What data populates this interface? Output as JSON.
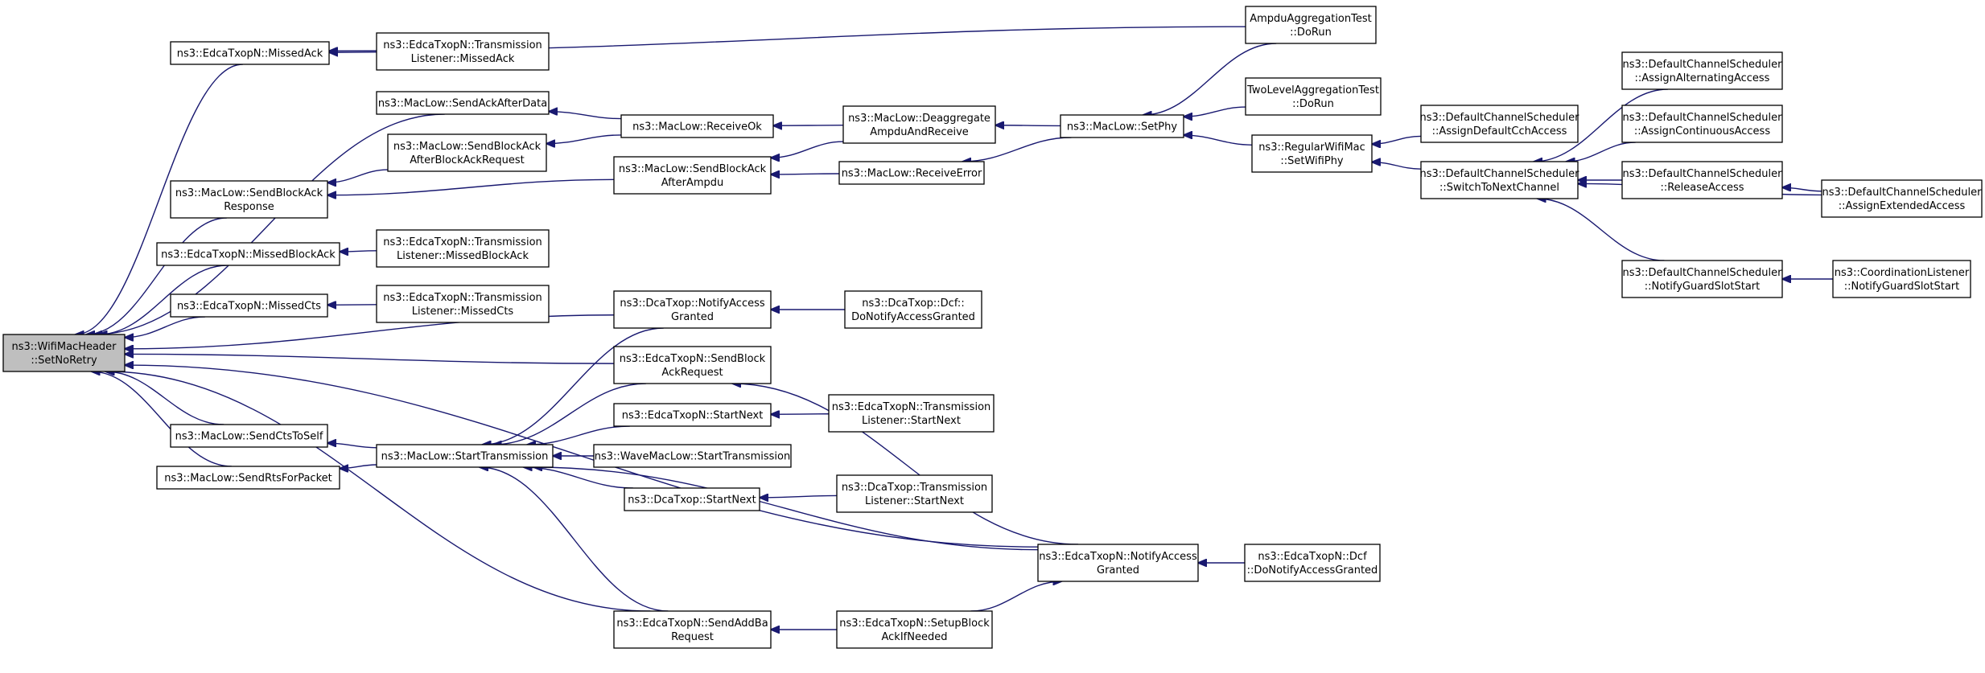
{
  "graph": {
    "nodes": [
      {
        "id": "n0",
        "lines": [
          "ns3::WifiMacHeader",
          "::SetNoRetry"
        ],
        "root": true
      },
      {
        "id": "n1",
        "lines": [
          "ns3::EdcaTxopN::MissedAck"
        ]
      },
      {
        "id": "n2",
        "lines": [
          "ns3::EdcaTxopN::Transmission",
          "Listener::MissedAck"
        ]
      },
      {
        "id": "n3",
        "lines": [
          "AmpduAggregationTest",
          "::DoRun"
        ]
      },
      {
        "id": "n4",
        "lines": [
          "ns3::MacLow::SendAckAfterData"
        ]
      },
      {
        "id": "n5",
        "lines": [
          "ns3::MacLow::ReceiveOk"
        ]
      },
      {
        "id": "n6",
        "lines": [
          "ns3::MacLow::Deaggregate",
          "AmpduAndReceive"
        ]
      },
      {
        "id": "n7",
        "lines": [
          "ns3::MacLow::SetPhy"
        ]
      },
      {
        "id": "n8",
        "lines": [
          "TwoLevelAggregationTest",
          "::DoRun"
        ]
      },
      {
        "id": "n9",
        "lines": [
          "ns3::RegularWifiMac",
          "::SetWifiPhy"
        ]
      },
      {
        "id": "n10",
        "lines": [
          "ns3::DefaultChannelScheduler",
          "::AssignDefaultCchAccess"
        ]
      },
      {
        "id": "n11",
        "lines": [
          "ns3::DefaultChannelScheduler",
          "::SwitchToNextChannel"
        ]
      },
      {
        "id": "n12",
        "lines": [
          "ns3::DefaultChannelScheduler",
          "::AssignAlternatingAccess"
        ]
      },
      {
        "id": "n13",
        "lines": [
          "ns3::DefaultChannelScheduler",
          "::AssignContinuousAccess"
        ]
      },
      {
        "id": "n14",
        "lines": [
          "ns3::DefaultChannelScheduler",
          "::ReleaseAccess"
        ]
      },
      {
        "id": "n15",
        "lines": [
          "ns3::DefaultChannelScheduler",
          "::AssignExtendedAccess"
        ]
      },
      {
        "id": "n16",
        "lines": [
          "ns3::DefaultChannelScheduler",
          "::NotifyGuardSlotStart"
        ]
      },
      {
        "id": "n17",
        "lines": [
          "ns3::CoordinationListener",
          "::NotifyGuardSlotStart"
        ]
      },
      {
        "id": "n18",
        "lines": [
          "ns3::MacLow::SendBlockAck",
          "AfterBlockAckRequest"
        ]
      },
      {
        "id": "n19",
        "lines": [
          "ns3::MacLow::SendBlockAck",
          "Response"
        ]
      },
      {
        "id": "n20",
        "lines": [
          "ns3::MacLow::SendBlockAck",
          "AfterAmpdu"
        ]
      },
      {
        "id": "n21",
        "lines": [
          "ns3::MacLow::ReceiveError"
        ]
      },
      {
        "id": "n22",
        "lines": [
          "ns3::EdcaTxopN::MissedBlockAck"
        ]
      },
      {
        "id": "n23",
        "lines": [
          "ns3::EdcaTxopN::Transmission",
          "Listener::MissedBlockAck"
        ]
      },
      {
        "id": "n24",
        "lines": [
          "ns3::EdcaTxopN::MissedCts"
        ]
      },
      {
        "id": "n25",
        "lines": [
          "ns3::EdcaTxopN::Transmission",
          "Listener::MissedCts"
        ]
      },
      {
        "id": "n26",
        "lines": [
          "ns3::DcaTxop::NotifyAccess",
          "Granted"
        ]
      },
      {
        "id": "n27",
        "lines": [
          "ns3::DcaTxop::Dcf::",
          "DoNotifyAccessGranted"
        ]
      },
      {
        "id": "n28",
        "lines": [
          "ns3::EdcaTxopN::SendBlock",
          "AckRequest"
        ]
      },
      {
        "id": "n29",
        "lines": [
          "ns3::EdcaTxopN::StartNext"
        ]
      },
      {
        "id": "n30",
        "lines": [
          "ns3::EdcaTxopN::Transmission",
          "Listener::StartNext"
        ]
      },
      {
        "id": "n31",
        "lines": [
          "ns3::MacLow::SendCtsToSelf"
        ]
      },
      {
        "id": "n32",
        "lines": [
          "ns3::MacLow::StartTransmission"
        ]
      },
      {
        "id": "n33",
        "lines": [
          "ns3::WaveMacLow::StartTransmission"
        ]
      },
      {
        "id": "n34",
        "lines": [
          "ns3::MacLow::SendRtsForPacket"
        ]
      },
      {
        "id": "n35",
        "lines": [
          "ns3::DcaTxop::StartNext"
        ]
      },
      {
        "id": "n36",
        "lines": [
          "ns3::DcaTxop::Transmission",
          "Listener::StartNext"
        ]
      },
      {
        "id": "n37",
        "lines": [
          "ns3::EdcaTxopN::NotifyAccess",
          "Granted"
        ]
      },
      {
        "id": "n38",
        "lines": [
          "ns3::EdcaTxopN::Dcf",
          "::DoNotifyAccessGranted"
        ]
      },
      {
        "id": "n39",
        "lines": [
          "ns3::EdcaTxopN::SendAddBa",
          "Request"
        ]
      },
      {
        "id": "n40",
        "lines": [
          "ns3::EdcaTxopN::SetupBlock",
          "AckIfNeeded"
        ]
      }
    ],
    "edges": [
      {
        "from": "n1",
        "to": "n0"
      },
      {
        "from": "n2",
        "to": "n1"
      },
      {
        "from": "n3",
        "to": "n1"
      },
      {
        "from": "n4",
        "to": "n0"
      },
      {
        "from": "n5",
        "to": "n4"
      },
      {
        "from": "n6",
        "to": "n5"
      },
      {
        "from": "n7",
        "to": "n6"
      },
      {
        "from": "n3",
        "to": "n7"
      },
      {
        "from": "n8",
        "to": "n7"
      },
      {
        "from": "n9",
        "to": "n7"
      },
      {
        "from": "n10",
        "to": "n9"
      },
      {
        "from": "n11",
        "to": "n9"
      },
      {
        "from": "n12",
        "to": "n11"
      },
      {
        "from": "n13",
        "to": "n11"
      },
      {
        "from": "n14",
        "to": "n11"
      },
      {
        "from": "n15",
        "to": "n11"
      },
      {
        "from": "n16",
        "to": "n11"
      },
      {
        "from": "n15",
        "to": "n14"
      },
      {
        "from": "n17",
        "to": "n16"
      },
      {
        "from": "n18",
        "to": "n19"
      },
      {
        "from": "n5",
        "to": "n18"
      },
      {
        "from": "n19",
        "to": "n0"
      },
      {
        "from": "n20",
        "to": "n19"
      },
      {
        "from": "n6",
        "to": "n20"
      },
      {
        "from": "n21",
        "to": "n20"
      },
      {
        "from": "n7",
        "to": "n21"
      },
      {
        "from": "n22",
        "to": "n0"
      },
      {
        "from": "n23",
        "to": "n22"
      },
      {
        "from": "n24",
        "to": "n0"
      },
      {
        "from": "n25",
        "to": "n24"
      },
      {
        "from": "n26",
        "to": "n0"
      },
      {
        "from": "n27",
        "to": "n26"
      },
      {
        "from": "n28",
        "to": "n0"
      },
      {
        "from": "n37",
        "to": "n28"
      },
      {
        "from": "n31",
        "to": "n0"
      },
      {
        "from": "n32",
        "to": "n31"
      },
      {
        "from": "n34",
        "to": "n0"
      },
      {
        "from": "n32",
        "to": "n34"
      },
      {
        "from": "n26",
        "to": "n32"
      },
      {
        "from": "n28",
        "to": "n32"
      },
      {
        "from": "n29",
        "to": "n32"
      },
      {
        "from": "n30",
        "to": "n29"
      },
      {
        "from": "n33",
        "to": "n32"
      },
      {
        "from": "n35",
        "to": "n32"
      },
      {
        "from": "n36",
        "to": "n35"
      },
      {
        "from": "n37",
        "to": "n32"
      },
      {
        "from": "n39",
        "to": "n32"
      },
      {
        "from": "n37",
        "to": "n0"
      },
      {
        "from": "n38",
        "to": "n37"
      },
      {
        "from": "n39",
        "to": "n0"
      },
      {
        "from": "n40",
        "to": "n39"
      },
      {
        "from": "n40",
        "to": "n37"
      }
    ]
  }
}
